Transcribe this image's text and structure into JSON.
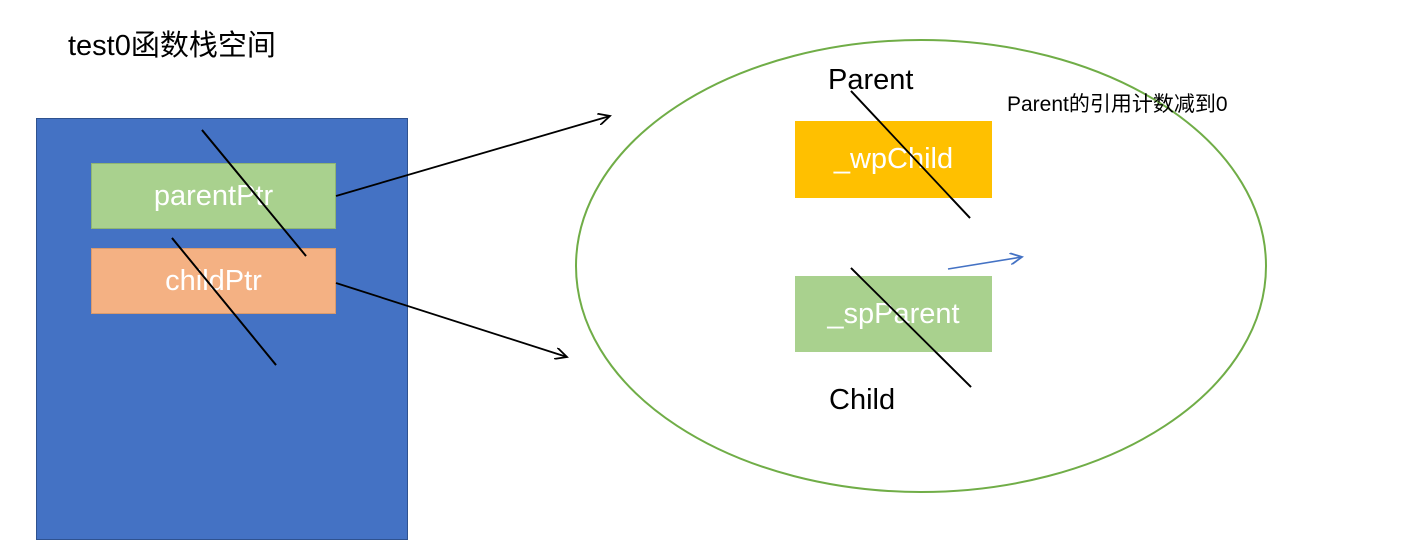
{
  "title": "test0函数栈空间",
  "stack_frame": {
    "parent_ptr_label": "parentPtr",
    "child_ptr_label": "childPtr"
  },
  "heap": {
    "parent_label": "Parent",
    "child_label": "Child",
    "wp_child_label": "_wpChild",
    "sp_parent_label": "_spParent",
    "note": "Parent的引用计数减到0"
  },
  "colors": {
    "stack_frame": "#4472c4",
    "parent_ptr": "#a9d18e",
    "child_ptr": "#f4b183",
    "wp_child": "#ffc000",
    "sp_parent": "#a9d18e",
    "ellipse_stroke": "#70ad47",
    "arrow_blue": "#4472c4"
  }
}
